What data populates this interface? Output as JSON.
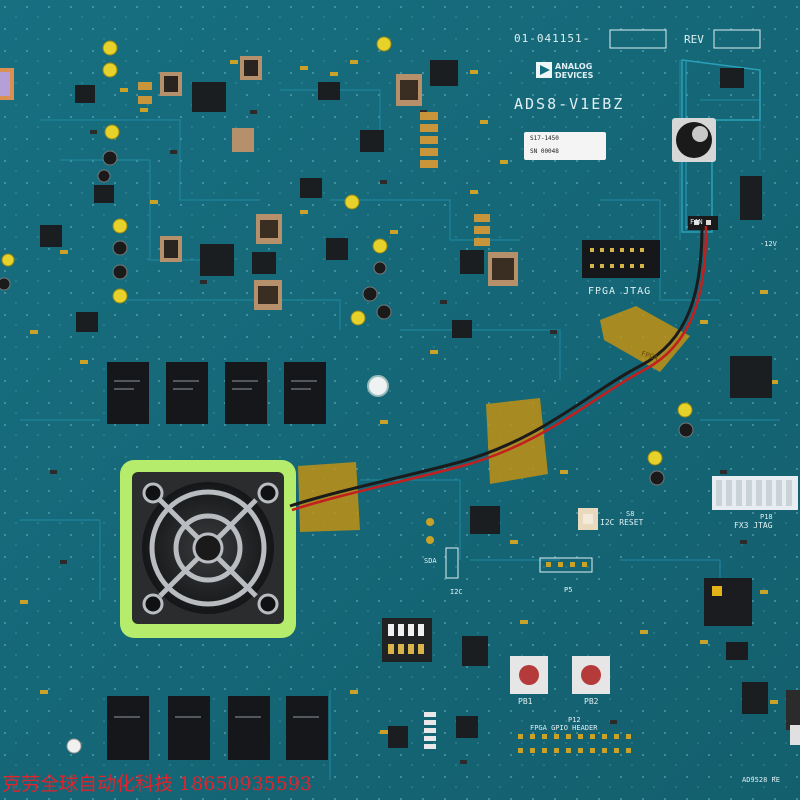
{
  "image": {
    "subject": "Blue printed circuit board evaluation card with FPGA, memory chips, cooling fan and headers",
    "palette": {
      "board": "#166f80",
      "board_dark": "#0f5866",
      "trace": "#1f8194",
      "silkscreen": "#dfeff2",
      "chip": "#1c1f22",
      "gold_pad": "#c9a227",
      "tape": "#c8920f",
      "fan_frame": "#b6ec6a",
      "fan_body": "#2a2b2d",
      "wire_red": "#c41e1e",
      "watermark": "#e0232c"
    }
  },
  "silkscreen": {
    "part_number": "01-041151-",
    "rev": "REV",
    "brand_line1": "ANALOG",
    "brand_line2": "DEVICES",
    "board_name": "ADS8-V1EBZ",
    "fpga_jtag": "FPGA  JTAG",
    "fx3_jtag": "FX3 JTAG",
    "p18": "P18",
    "i2c_reset": "I2C RESET",
    "s8": "S8",
    "fpga_gpio_header": "FPGA GPIO HEADER",
    "p12": "P12",
    "pb1": "PB1",
    "pb2": "PB2",
    "fan": "FAN",
    "minus12v": "-12V",
    "ad9528": "AD9528 RE",
    "fpga_tape": "FPGA",
    "i2c": "I2C",
    "sda": "SDA",
    "p5": "P5"
  },
  "sticker": {
    "line1": "S17-1450",
    "line2": "SN 00048"
  },
  "watermark": {
    "text": "克劳全球自动化科技  18650935593"
  }
}
